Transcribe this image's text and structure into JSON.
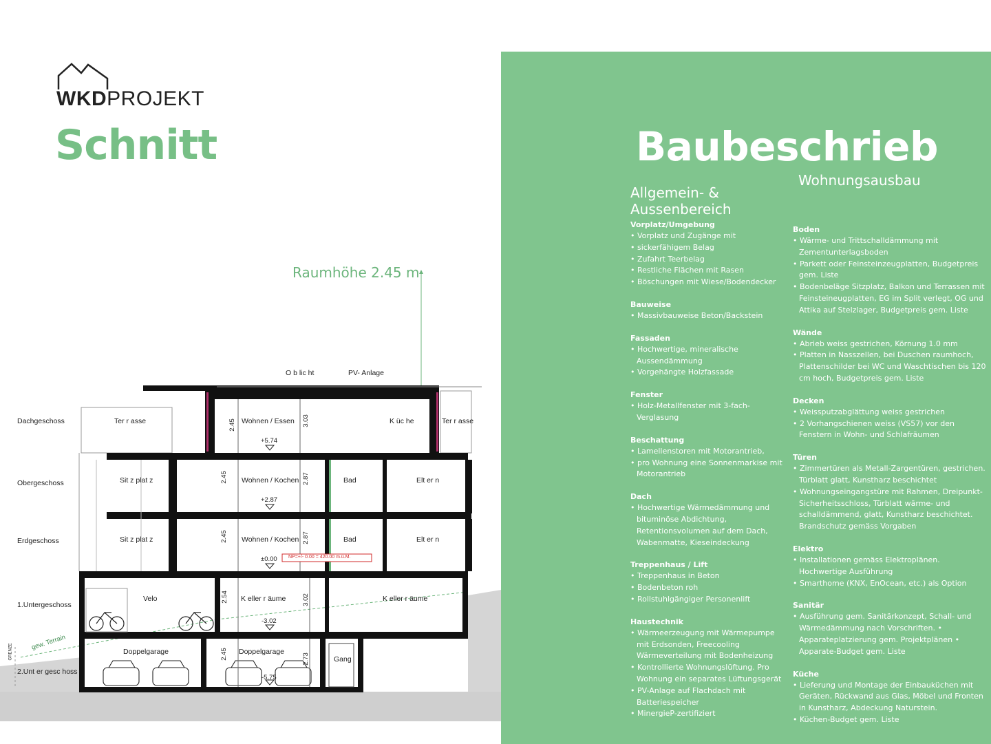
{
  "logo": {
    "bold": "WKD",
    "light": "PROJEKT",
    "icon": "house-outline-icon"
  },
  "left_title": "Schnitt",
  "raumhoehe": "Raumhöhe 2.45 m",
  "section": {
    "floors": [
      "Dachgeschoss",
      "Obergeschoss",
      "Erdgeschoss",
      "1.Untergeschoss",
      "2.Unt er gesc hoss"
    ],
    "top_labels": [
      "O b lic ht",
      "PV- Anlage"
    ],
    "rooms": {
      "dg_terrasse_left": "Ter r asse",
      "dg_wohnen": "Wohnen / Essen",
      "dg_kueche": "K üc he",
      "dg_terrasse_right": "Ter r asse",
      "og_sitzplatz": "Sit z plat z",
      "og_wohnen": "Wohnen / Kochen",
      "og_bad": "Bad",
      "og_eltern": "Elt er n",
      "eg_sitzplatz": "Sit z plat z",
      "eg_wohnen": "Wohnen / Kochen",
      "eg_bad": "Bad",
      "eg_eltern": "Elt er n",
      "ug_velo": "Velo",
      "ug_keller1": "K eller r äume",
      "ug_keller2": "K eller r äume",
      "ug2_garage1": "Doppelgarage",
      "ug2_garage2": "Doppelgarage",
      "ug2_gang": "Gang"
    },
    "dims": {
      "dg_245": "2.45",
      "dg_303": "3.03",
      "dg_level": "+5.74",
      "og_245": "2.45",
      "og_287": "2.87",
      "og_level": "+2.87",
      "eg_245": "2.45",
      "eg_287": "2.87",
      "eg_level": "±0.00",
      "np": "NP=+/- 0.00 = 420.00 m.ü.M.",
      "ug_254": "2.54",
      "ug_302": "3.02",
      "ug_level": "-3.02",
      "ug2_245": "2.45",
      "ug2_273": "2.73",
      "ug2_level": "-5.75",
      "terrain": "gew. Terrain",
      "grenze": "GRENZE"
    }
  },
  "right": {
    "title": "Baubeschrieb",
    "subtitle": "Wohnungsausbau",
    "heading": [
      "Allgemein- &",
      "Aussenbereich"
    ],
    "col1": [
      {
        "h": "Vorplatz/Umgebung",
        "items": [
          "Vorplatz und Zugänge mit",
          "sickerfähigem Belag",
          "Zufahrt Teerbelag",
          "Restliche Flächen mit Rasen",
          "Böschungen mit Wiese/Bodendecker"
        ]
      },
      {
        "h": "Bauweise",
        "items": [
          "Massivbauweise Beton/Backstein"
        ]
      },
      {
        "h": "Fassaden",
        "items": [
          "Hochwertige, mineralische Aussendämmung",
          "Vorgehängte Holzfassade"
        ]
      },
      {
        "h": "Fenster",
        "items": [
          "Holz-Metallfenster mit 3-fach-Verglasung"
        ]
      },
      {
        "h": "Beschattung",
        "items": [
          "Lamellenstoren mit Motorantrieb,",
          "pro Wohnung eine Sonnenmarkise mit Motorantrieb"
        ]
      },
      {
        "h": "Dach",
        "items": [
          "Hochwertige Wärmedämmung und bituminöse Abdichtung, Retentionsvolumen auf dem Dach, Wabenmatte, Kieseindeckung"
        ]
      },
      {
        "h": "Treppenhaus / Lift",
        "items": [
          "Treppenhaus in Beton",
          "Bodenbeton roh",
          "Rollstuhlgängiger Personenlift"
        ]
      },
      {
        "h": "Haustechnik",
        "items": [
          "Wärmeerzeugung mit Wärmepumpe mit Erdsonden, Freecooling Wärmeverteilung mit Bodenheizung",
          "Kontrollierte Wohnungslüftung. Pro Wohnung ein separates Lüftungsgerät",
          "PV-Anlage auf Flachdach mit Batteriespeicher",
          "MinergieP-zertifiziert"
        ]
      }
    ],
    "col2": [
      {
        "h": "Boden",
        "items": [
          "Wärme- und Trittschalldämmung mit Zementunterlagsboden",
          "Parkett oder Feinsteinzeugplatten, Budgetpreis gem. Liste",
          "Bodenbeläge Sitzplatz, Balkon und Terrassen mit Feinsteineugplatten, EG im Split verlegt, OG und Attika auf Stelzlager, Budgetpreis gem. Liste"
        ]
      },
      {
        "h": "Wände",
        "items": [
          "Abrieb weiss gestrichen, Körnung 1.0 mm",
          "Platten in Nasszellen, bei Duschen raumhoch, Plattenschilder bei WC und Waschtischen bis 120 cm hoch, Budgetpreis gem. Liste"
        ]
      },
      {
        "h": "Decken",
        "items": [
          "Weissputzabglättung weiss gestrichen",
          "2 Vorhangschienen weiss (VS57) vor den Fenstern in Wohn- und Schlafräumen"
        ]
      },
      {
        "h": "Türen",
        "items": [
          "Zimmertüren als Metall-Zargentüren, gestrichen. Türblatt glatt, Kunstharz beschichtet",
          "Wohnungseingangstüre mit Rahmen, Dreipunkt-Sicherheitsschloss, Türblatt wärme- und schalldämmend, glatt, Kunstharz beschichtet. Brandschutz gemäss Vorgaben"
        ]
      },
      {
        "h": "Elektro",
        "items": [
          "Installationen gemäss Elektroplänen. Hochwertige Ausführung",
          "Smarthome (KNX, EnOcean, etc.) als Option"
        ]
      },
      {
        "h": "Sanitär",
        "items": [
          "Ausführung gem. Sanitärkonzept, Schall- und Wärmedämmung nach Vorschriften. • Apparateplatzierung gem. Projektplänen • Apparate-Budget gem. Liste"
        ]
      },
      {
        "h": "Küche",
        "items": [
          "Lieferung und Montage der Einbauküchen mit Geräten, Rückwand aus Glas, Möbel und Fronten in Kunstharz, Abdeckung Naturstein.",
          "Küchen-Budget gem. Liste"
        ]
      }
    ]
  }
}
